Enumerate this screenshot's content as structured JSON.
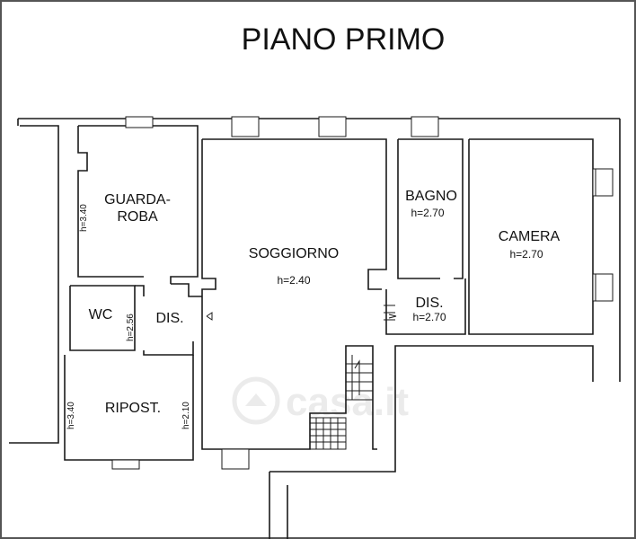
{
  "title": "PIANO PRIMO",
  "rooms": {
    "guardaroba": {
      "line1": "GUARDA-",
      "line2": "ROBA",
      "height": "h=3.40"
    },
    "wc": {
      "name": "WC",
      "height": "h=2.56"
    },
    "dis_left": {
      "name": "DIS."
    },
    "ripost": {
      "name": "RIPOST.",
      "height_left": "h=3.40",
      "height_right": "h=2.10"
    },
    "soggiorno": {
      "name": "SOGGIORNO",
      "height": "h=2.40"
    },
    "bagno": {
      "name": "BAGNO",
      "height": "h=2.70"
    },
    "dis_right": {
      "name": "DIS.",
      "height": "h=2.70"
    },
    "camera": {
      "name": "CAMERA",
      "height": "h=2.70"
    }
  },
  "watermark": "casa.it",
  "colors": {
    "ink": "#1a1a1a",
    "background": "#ffffff",
    "watermark": "#d9d9d9"
  }
}
